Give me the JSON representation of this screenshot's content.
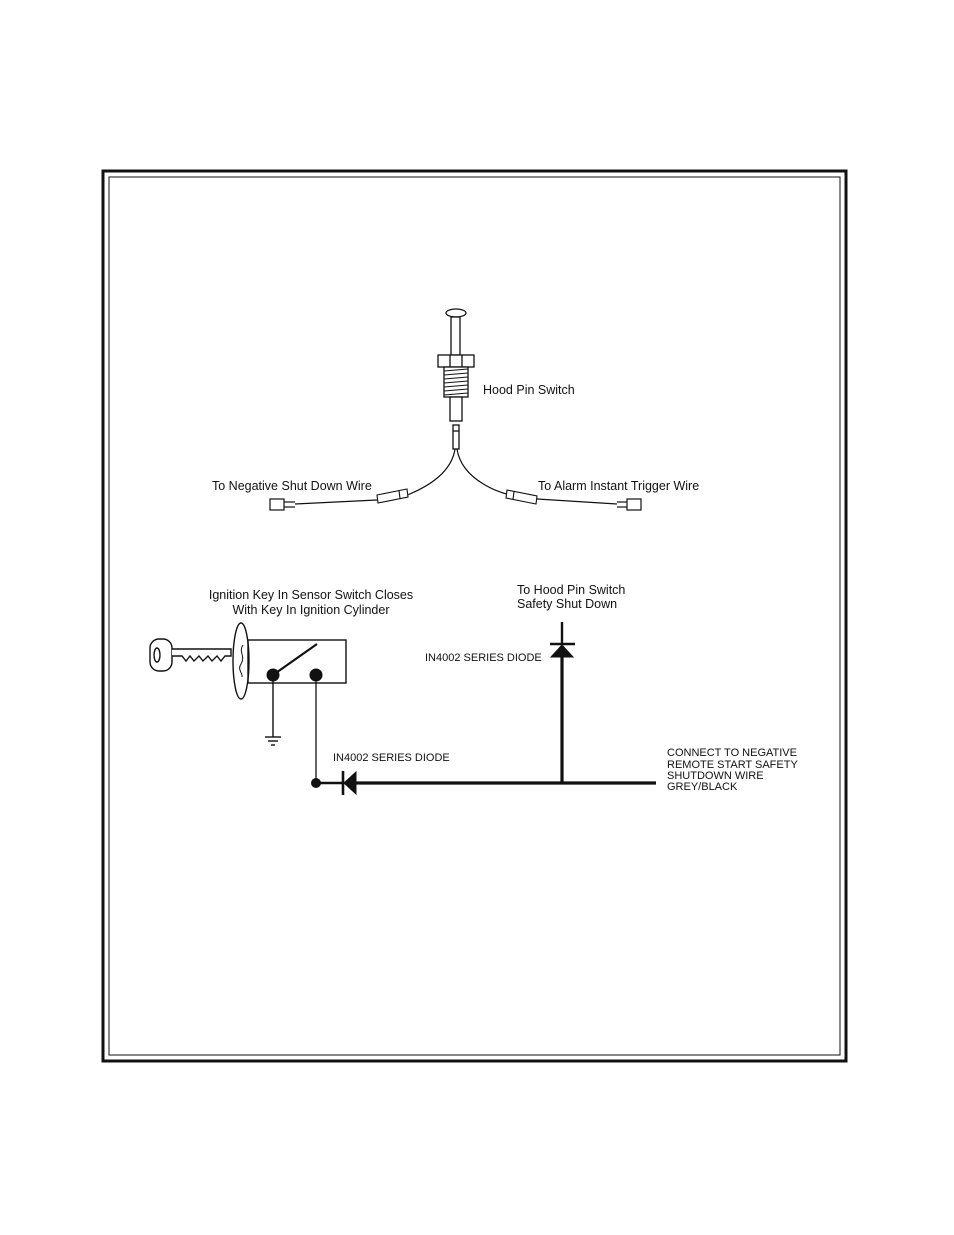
{
  "colors": {
    "ink": "#111111",
    "paper": "#ffffff"
  },
  "labels": {
    "hood_pin_switch": "Hood Pin Switch",
    "to_negative_shut_down_wire": "To Negative Shut Down Wire",
    "to_alarm_instant_trigger_wire": "To Alarm Instant Trigger Wire",
    "ignition_sensor_line1": "Ignition Key In Sensor Switch Closes",
    "ignition_sensor_line2": "With Key In Ignition Cylinder",
    "to_hood_pin_line1": "To Hood Pin Switch",
    "to_hood_pin_line2": "Safety Shut Down",
    "diode_vertical": "IN4002 SERIES DIODE",
    "diode_horizontal": "IN4002 SERIES DIODE",
    "connect_line1": "CONNECT TO NEGATIVE",
    "connect_line2": "REMOTE START SAFETY",
    "connect_line3": "SHUTDOWN WIRE",
    "connect_line4": "GREY/BLACK"
  }
}
